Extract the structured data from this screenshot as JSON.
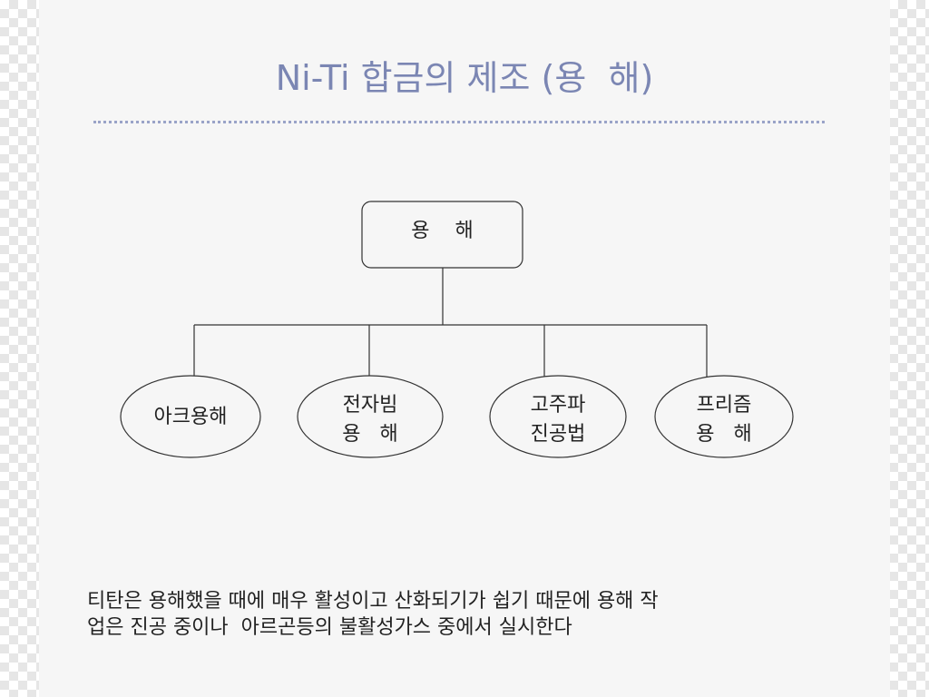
{
  "title": "Ni-Ti 합금의 제조 (용  해)",
  "root": {
    "label": "용    해"
  },
  "children": [
    {
      "lines": [
        "아크용해"
      ]
    },
    {
      "lines": [
        "전자빔",
        "용   해"
      ]
    },
    {
      "lines": [
        "고주파",
        "진공법"
      ]
    },
    {
      "lines": [
        "프리즘",
        "용   해"
      ]
    }
  ],
  "description": "티탄은 용해했을 때에 매우 활성이고 산화되기가 쉽기 때문에 용해 작\n업은 진공 중이나  아르곤등의 불활성가스 중에서 실시한다",
  "colors": {
    "title": "#7b86b3",
    "rule": "#9aa3c8",
    "line": "#333333",
    "slide_bg": "#f6f6f6"
  }
}
